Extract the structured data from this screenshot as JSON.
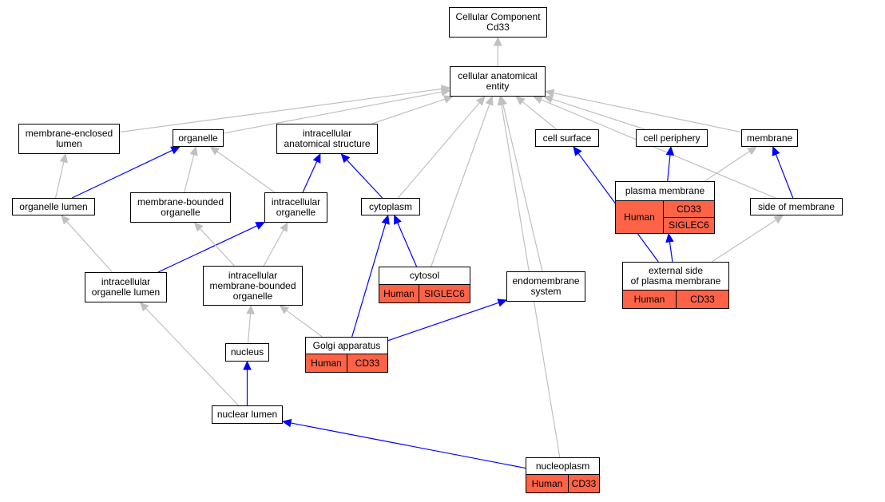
{
  "colors": {
    "is_a": "#c0c0c0",
    "part_of": "#0000ff",
    "annotation": "#ff6347",
    "border": "#000000"
  },
  "nodes": {
    "root": {
      "label": "Cellular Component\nCd33"
    },
    "cae": {
      "label": "cellular anatomical\nentity"
    },
    "mel": {
      "label": "membrane-enclosed\nlumen"
    },
    "org": {
      "label": "organelle"
    },
    "ias": {
      "label": "intracellular\nanatomical structure"
    },
    "csurf": {
      "label": "cell surface"
    },
    "cper": {
      "label": "cell periphery"
    },
    "mem": {
      "label": "membrane"
    },
    "orglum": {
      "label": "organelle lumen"
    },
    "mbo": {
      "label": "membrane-bounded\norganelle"
    },
    "io": {
      "label": "intracellular\norganelle"
    },
    "cyto": {
      "label": "cytoplasm"
    },
    "pm": {
      "label": "plasma membrane",
      "species": "Human",
      "genes": [
        "CD33",
        "SIGLEC6"
      ]
    },
    "som": {
      "label": "side of membrane"
    },
    "iol": {
      "label": "intracellular\norganelle lumen"
    },
    "imbo": {
      "label": "intracellular\nmembrane-bounded\norganelle"
    },
    "cytosol": {
      "label": "cytosol",
      "species": "Human",
      "genes": [
        "SIGLEC6"
      ]
    },
    "endo": {
      "label": "endomembrane\nsystem"
    },
    "espm": {
      "label": "external side\nof plasma membrane",
      "species": "Human",
      "genes": [
        "CD33"
      ]
    },
    "nucleus": {
      "label": "nucleus"
    },
    "golgi": {
      "label": "Golgi apparatus",
      "species": "Human",
      "genes": [
        "CD33"
      ]
    },
    "nlumen": {
      "label": "nuclear lumen"
    },
    "nplasm": {
      "label": "nucleoplasm",
      "species": "Human",
      "genes": [
        "CD33"
      ]
    }
  },
  "edges": [
    {
      "from": "cae",
      "to": "root",
      "type": "is_a"
    },
    {
      "from": "mel",
      "to": "cae",
      "type": "is_a"
    },
    {
      "from": "org",
      "to": "cae",
      "type": "is_a"
    },
    {
      "from": "ias",
      "to": "cae",
      "type": "is_a"
    },
    {
      "from": "csurf",
      "to": "cae",
      "type": "is_a"
    },
    {
      "from": "cper",
      "to": "cae",
      "type": "is_a"
    },
    {
      "from": "mem",
      "to": "cae",
      "type": "is_a"
    },
    {
      "from": "cyto",
      "to": "cae",
      "type": "is_a"
    },
    {
      "from": "cytosol",
      "to": "cae",
      "type": "is_a"
    },
    {
      "from": "endo",
      "to": "cae",
      "type": "is_a"
    },
    {
      "from": "som",
      "to": "cae",
      "type": "is_a"
    },
    {
      "from": "nplasm",
      "to": "cae",
      "type": "is_a"
    },
    {
      "from": "orglum",
      "to": "mel",
      "type": "is_a"
    },
    {
      "from": "orglum",
      "to": "org",
      "type": "part_of"
    },
    {
      "from": "mbo",
      "to": "org",
      "type": "is_a"
    },
    {
      "from": "io",
      "to": "org",
      "type": "is_a"
    },
    {
      "from": "io",
      "to": "ias",
      "type": "part_of"
    },
    {
      "from": "cyto",
      "to": "ias",
      "type": "part_of"
    },
    {
      "from": "pm",
      "to": "mem",
      "type": "is_a"
    },
    {
      "from": "pm",
      "to": "cper",
      "type": "part_of"
    },
    {
      "from": "som",
      "to": "mem",
      "type": "part_of"
    },
    {
      "from": "iol",
      "to": "orglum",
      "type": "is_a"
    },
    {
      "from": "iol",
      "to": "io",
      "type": "part_of"
    },
    {
      "from": "imbo",
      "to": "mbo",
      "type": "is_a"
    },
    {
      "from": "imbo",
      "to": "io",
      "type": "is_a"
    },
    {
      "from": "cytosol",
      "to": "cyto",
      "type": "part_of"
    },
    {
      "from": "espm",
      "to": "pm",
      "type": "part_of"
    },
    {
      "from": "espm",
      "to": "csurf",
      "type": "part_of"
    },
    {
      "from": "espm",
      "to": "som",
      "type": "is_a"
    },
    {
      "from": "golgi",
      "to": "cyto",
      "type": "part_of"
    },
    {
      "from": "golgi",
      "to": "imbo",
      "type": "is_a"
    },
    {
      "from": "golgi",
      "to": "endo",
      "type": "part_of"
    },
    {
      "from": "nucleus",
      "to": "imbo",
      "type": "is_a"
    },
    {
      "from": "nlumen",
      "to": "nucleus",
      "type": "part_of"
    },
    {
      "from": "nlumen",
      "to": "iol",
      "type": "is_a"
    },
    {
      "from": "nplasm",
      "to": "nlumen",
      "type": "part_of"
    }
  ]
}
